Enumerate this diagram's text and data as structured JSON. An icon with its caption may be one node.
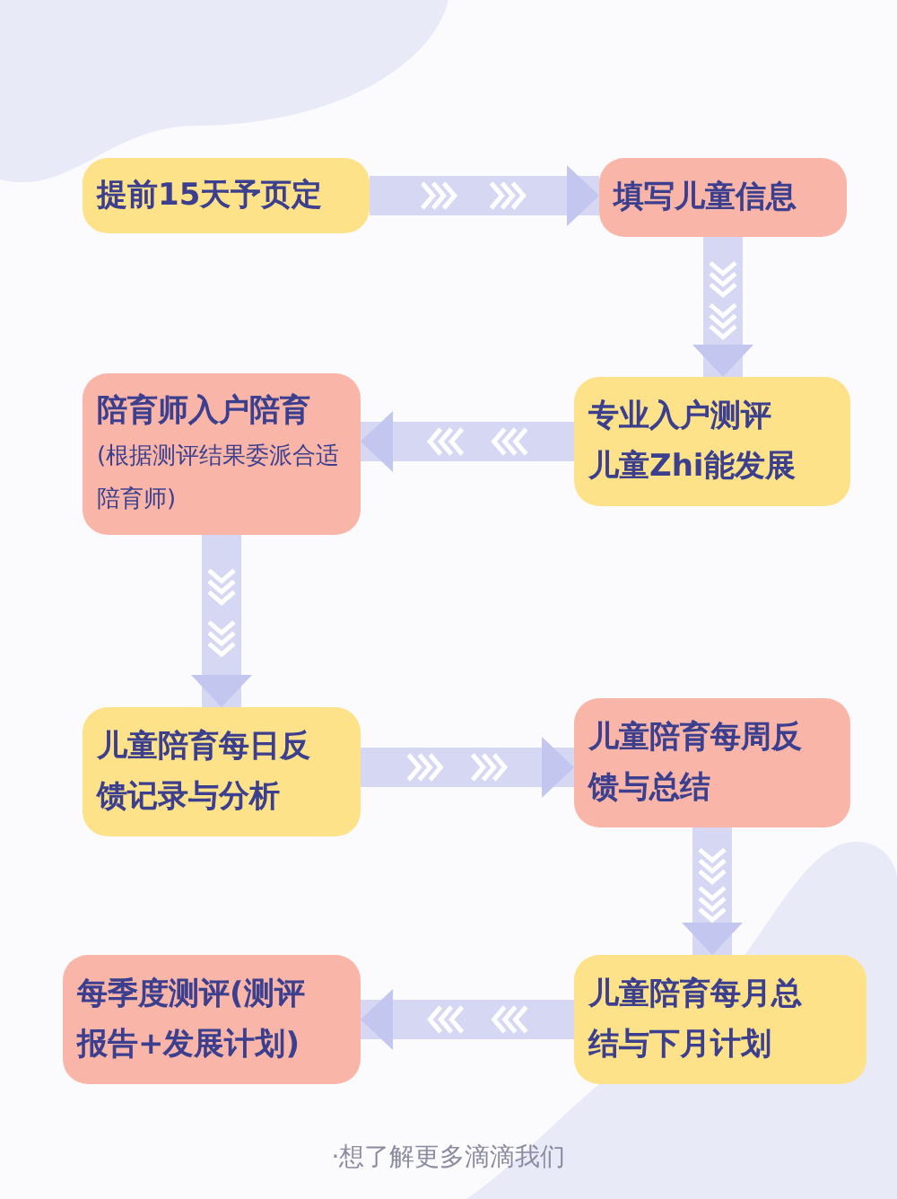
{
  "diagram": {
    "nodes": [
      {
        "text": [
          "提前15天予页定"
        ]
      },
      {
        "text": [
          "填写儿童信息"
        ]
      },
      {
        "text": [
          "陪育师入户陪育",
          "(根据测评结果委派合适陪育师)"
        ]
      },
      {
        "text": [
          "专业入户测评儿童Zhi能发展"
        ]
      },
      {
        "text": [
          "儿童陪育每日反馈记录与分析"
        ]
      },
      {
        "text": [
          "儿童陪育每周反馈与总结"
        ]
      },
      {
        "text": [
          "每季度测评(测评报告+发展计划)"
        ]
      },
      {
        "text": [
          "儿童陪育每月总结与下月计划"
        ]
      }
    ],
    "edges": [
      {
        "from": 0,
        "to": 1,
        "arrow": "to"
      },
      {
        "from": 1,
        "to": 3,
        "arrow": "to"
      },
      {
        "from": 3,
        "to": 2,
        "arrow": "to"
      },
      {
        "from": 2,
        "to": 4,
        "arrow": "to"
      },
      {
        "from": 4,
        "to": 5,
        "arrow": "to"
      },
      {
        "from": 5,
        "to": 7,
        "arrow": "to"
      },
      {
        "from": 7,
        "to": 6,
        "arrow": "to"
      }
    ],
    "labels": [
      "·想了解更多滴滴我们"
    ]
  }
}
